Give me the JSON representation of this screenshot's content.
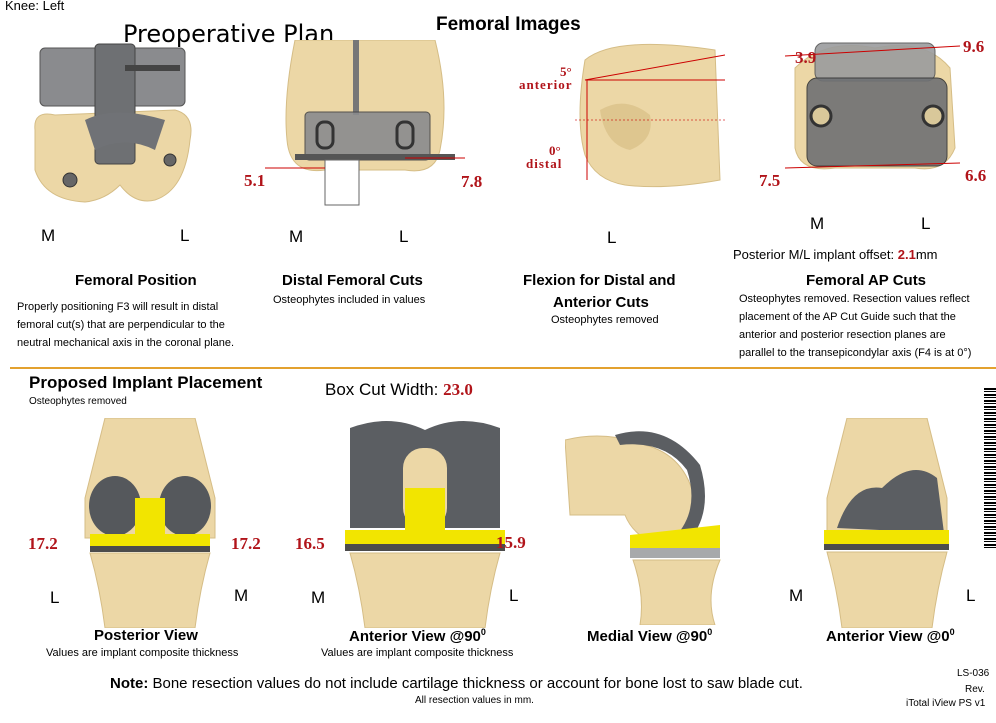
{
  "header": {
    "knee_side": "Knee: Left",
    "plan_title": "Preoperative Plan",
    "femoral_images_title": "Femoral Images"
  },
  "femoral": {
    "position": {
      "label_m": "M",
      "label_l": "L",
      "title": "Femoral Position",
      "description": [
        "Properly positioning F3 will result in distal",
        "femoral cut(s) that are perpendicular to the",
        "neutral mechanical axis in the coronal plane."
      ]
    },
    "distal_cuts": {
      "value_left": "5.1",
      "value_right": "7.8",
      "label_m": "M",
      "label_l": "L",
      "title": "Distal Femoral Cuts",
      "subtitle": "Osteophytes included in values"
    },
    "flexion": {
      "anterior_value": "5°",
      "anterior_label": "anterior",
      "distal_value": "0°",
      "distal_label": "distal",
      "label_l": "L",
      "title_line1": "Flexion for Distal and",
      "title_line2": "Anterior Cuts",
      "subtitle": "Osteophytes removed"
    },
    "ap_cuts": {
      "top_left": "3.9",
      "top_right": "9.6",
      "bottom_left": "7.5",
      "bottom_right": "6.6",
      "label_m": "M",
      "label_l": "L",
      "offset_label": "Posterior M/L implant offset:",
      "offset_value": "2.1",
      "offset_unit": "mm",
      "title": "Femoral AP Cuts",
      "description": [
        "Osteophytes removed. Resection values reflect",
        "placement of the AP Cut Guide such that the",
        "anterior and posterior resection planes are",
        "parallel to the transepicondylar axis (F4 is at 0°)"
      ]
    }
  },
  "implant": {
    "title": "Proposed Implant Placement",
    "subtitle": "Osteophytes removed",
    "box_cut_label": "Box Cut Width:",
    "box_cut_value": "23.0",
    "posterior": {
      "value_left": "17.2",
      "value_right": "17.2",
      "label_left": "L",
      "label_right": "M",
      "title": "Posterior View",
      "subtitle": "Values are implant composite thickness"
    },
    "anterior90": {
      "value_left": "16.5",
      "value_right": "15.9",
      "label_left": "M",
      "label_right": "L",
      "title_prefix": "Anterior View @90",
      "title_sup": "0",
      "subtitle": "Values are implant composite thickness"
    },
    "medial90": {
      "title_prefix": "Medial View @90",
      "title_sup": "0"
    },
    "anterior0": {
      "label_left": "M",
      "label_right": "L",
      "title_prefix": "Anterior View @0",
      "title_sup": "0"
    }
  },
  "footer": {
    "note_label": "Note:",
    "note_text": " Bone resection values do not include cartilage thickness or account for bone lost to saw blade cut.",
    "units": "All resection values in mm.",
    "doc_id": "LS-036",
    "rev": "Rev. ",
    "product": "iTotal iView PS v1"
  },
  "colors": {
    "bone": "#ecd7a6",
    "implant_gray": "#5e6063",
    "insert_yellow": "#f2e500",
    "value_red": "#b1141a",
    "divider_orange": "#e3a12f"
  }
}
